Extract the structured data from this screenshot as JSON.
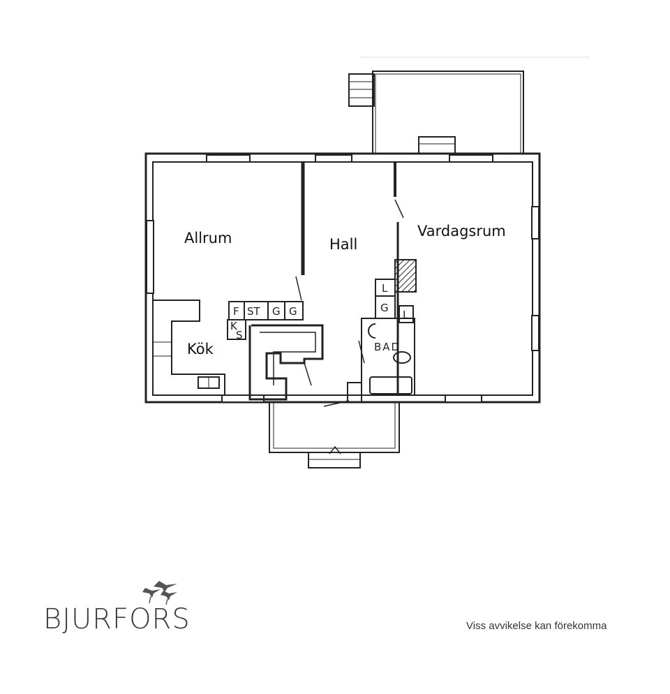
{
  "rooms": {
    "allrum": "Allrum",
    "hall": "Hall",
    "vardagsrum": "Vardagsrum",
    "kok": "Kök",
    "bad": "BAD"
  },
  "fixtures": {
    "f": "F",
    "st": "ST",
    "g1": "G",
    "g2": "G",
    "k": "K",
    "s": "S",
    "l1": "L",
    "g3": "G",
    "l2": "L"
  },
  "brand": {
    "name": "BJURFORS",
    "logo_icon": "birds-icon"
  },
  "footer": {
    "disclaimer": "Viss avvikelse kan förekomma"
  }
}
